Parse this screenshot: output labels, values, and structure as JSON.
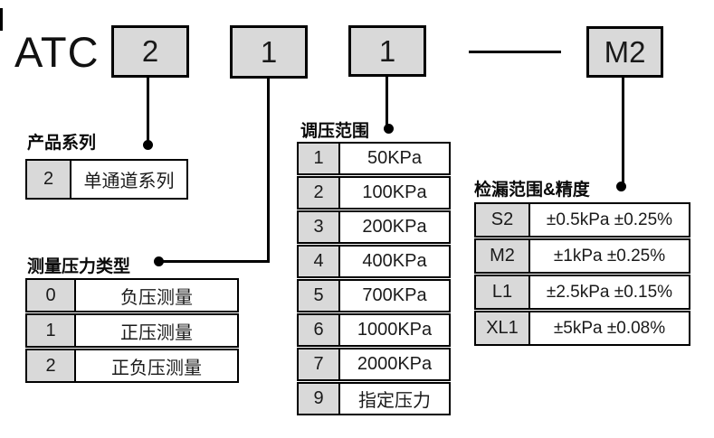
{
  "model": {
    "prefix": "ATC",
    "code_boxes": [
      {
        "label": "2"
      },
      {
        "label": "1"
      },
      {
        "label": "1"
      },
      {
        "label": "M2"
      }
    ]
  },
  "sections": {
    "product_series": {
      "label": "产品系列",
      "rows": [
        {
          "code": "2",
          "desc": "单通道系列"
        }
      ]
    },
    "pressure_type": {
      "label": "测量压力类型",
      "rows": [
        {
          "code": "0",
          "desc": "负压测量"
        },
        {
          "code": "1",
          "desc": "正压测量"
        },
        {
          "code": "2",
          "desc": "正负压测量"
        }
      ]
    },
    "regulation_range": {
      "label": "调压范围",
      "rows": [
        {
          "code": "1",
          "desc": "50KPa"
        },
        {
          "code": "2",
          "desc": "100KPa"
        },
        {
          "code": "3",
          "desc": "200KPa"
        },
        {
          "code": "4",
          "desc": "400KPa"
        },
        {
          "code": "5",
          "desc": "700KPa"
        },
        {
          "code": "6",
          "desc": "1000KPa"
        },
        {
          "code": "7",
          "desc": "2000KPa"
        },
        {
          "code": "9",
          "desc": "指定压力"
        }
      ]
    },
    "leak_range_accuracy": {
      "label": "检漏范围&精度",
      "rows": [
        {
          "code": "S2",
          "desc": "±0.5kPa ±0.25%"
        },
        {
          "code": "M2",
          "desc": "±1kPa ±0.25%"
        },
        {
          "code": "L1",
          "desc": "±2.5kPa ±0.15%"
        },
        {
          "code": "XL1",
          "desc": "±5kPa ±0.08%"
        }
      ]
    }
  },
  "colors": {
    "box_fill": "#d9d9d9",
    "border": "#000000",
    "background": "#ffffff"
  }
}
